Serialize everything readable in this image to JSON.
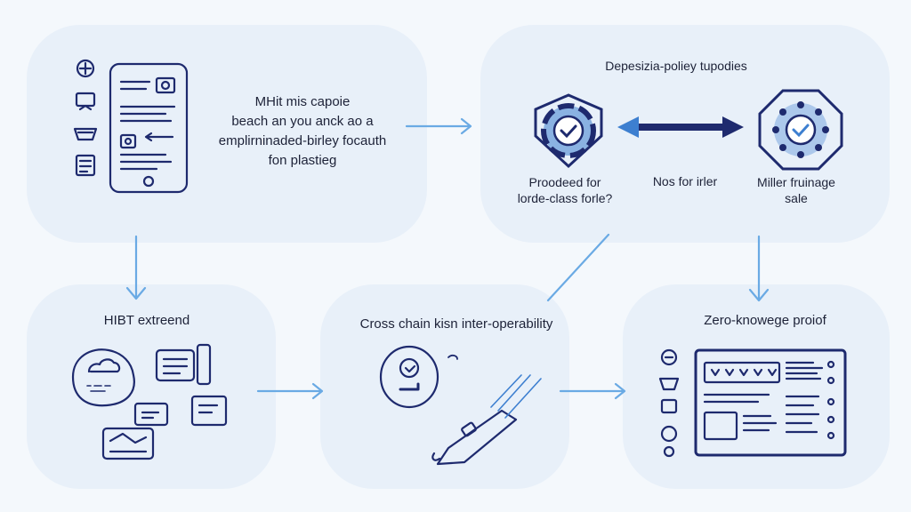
{
  "colors": {
    "ink": "#1e2a6e",
    "accent": "#3d7fd0",
    "light_accent": "#6aaae4",
    "panel": "#e8f0f9",
    "background": "#f4f8fc"
  },
  "step1": {
    "text_lines": [
      "MHit mis capoie",
      "beach an you anck ao a",
      "emplirninaded-birley focauth",
      "fon plastieg"
    ],
    "icon": "mobile-phone-icon"
  },
  "step2": {
    "heading": "Depesizia-poliey tupodies",
    "left_caption": [
      "Proodeed for",
      "lorde-class forle?"
    ],
    "middle_caption": "Nos for irler",
    "right_caption": [
      "Miller fruinage",
      "sale"
    ]
  },
  "step3": {
    "label": "HIBT extreend"
  },
  "step4": {
    "label": "Cross chain kisn inter-operability"
  },
  "step5": {
    "label": "Zero-knowege proiof"
  }
}
